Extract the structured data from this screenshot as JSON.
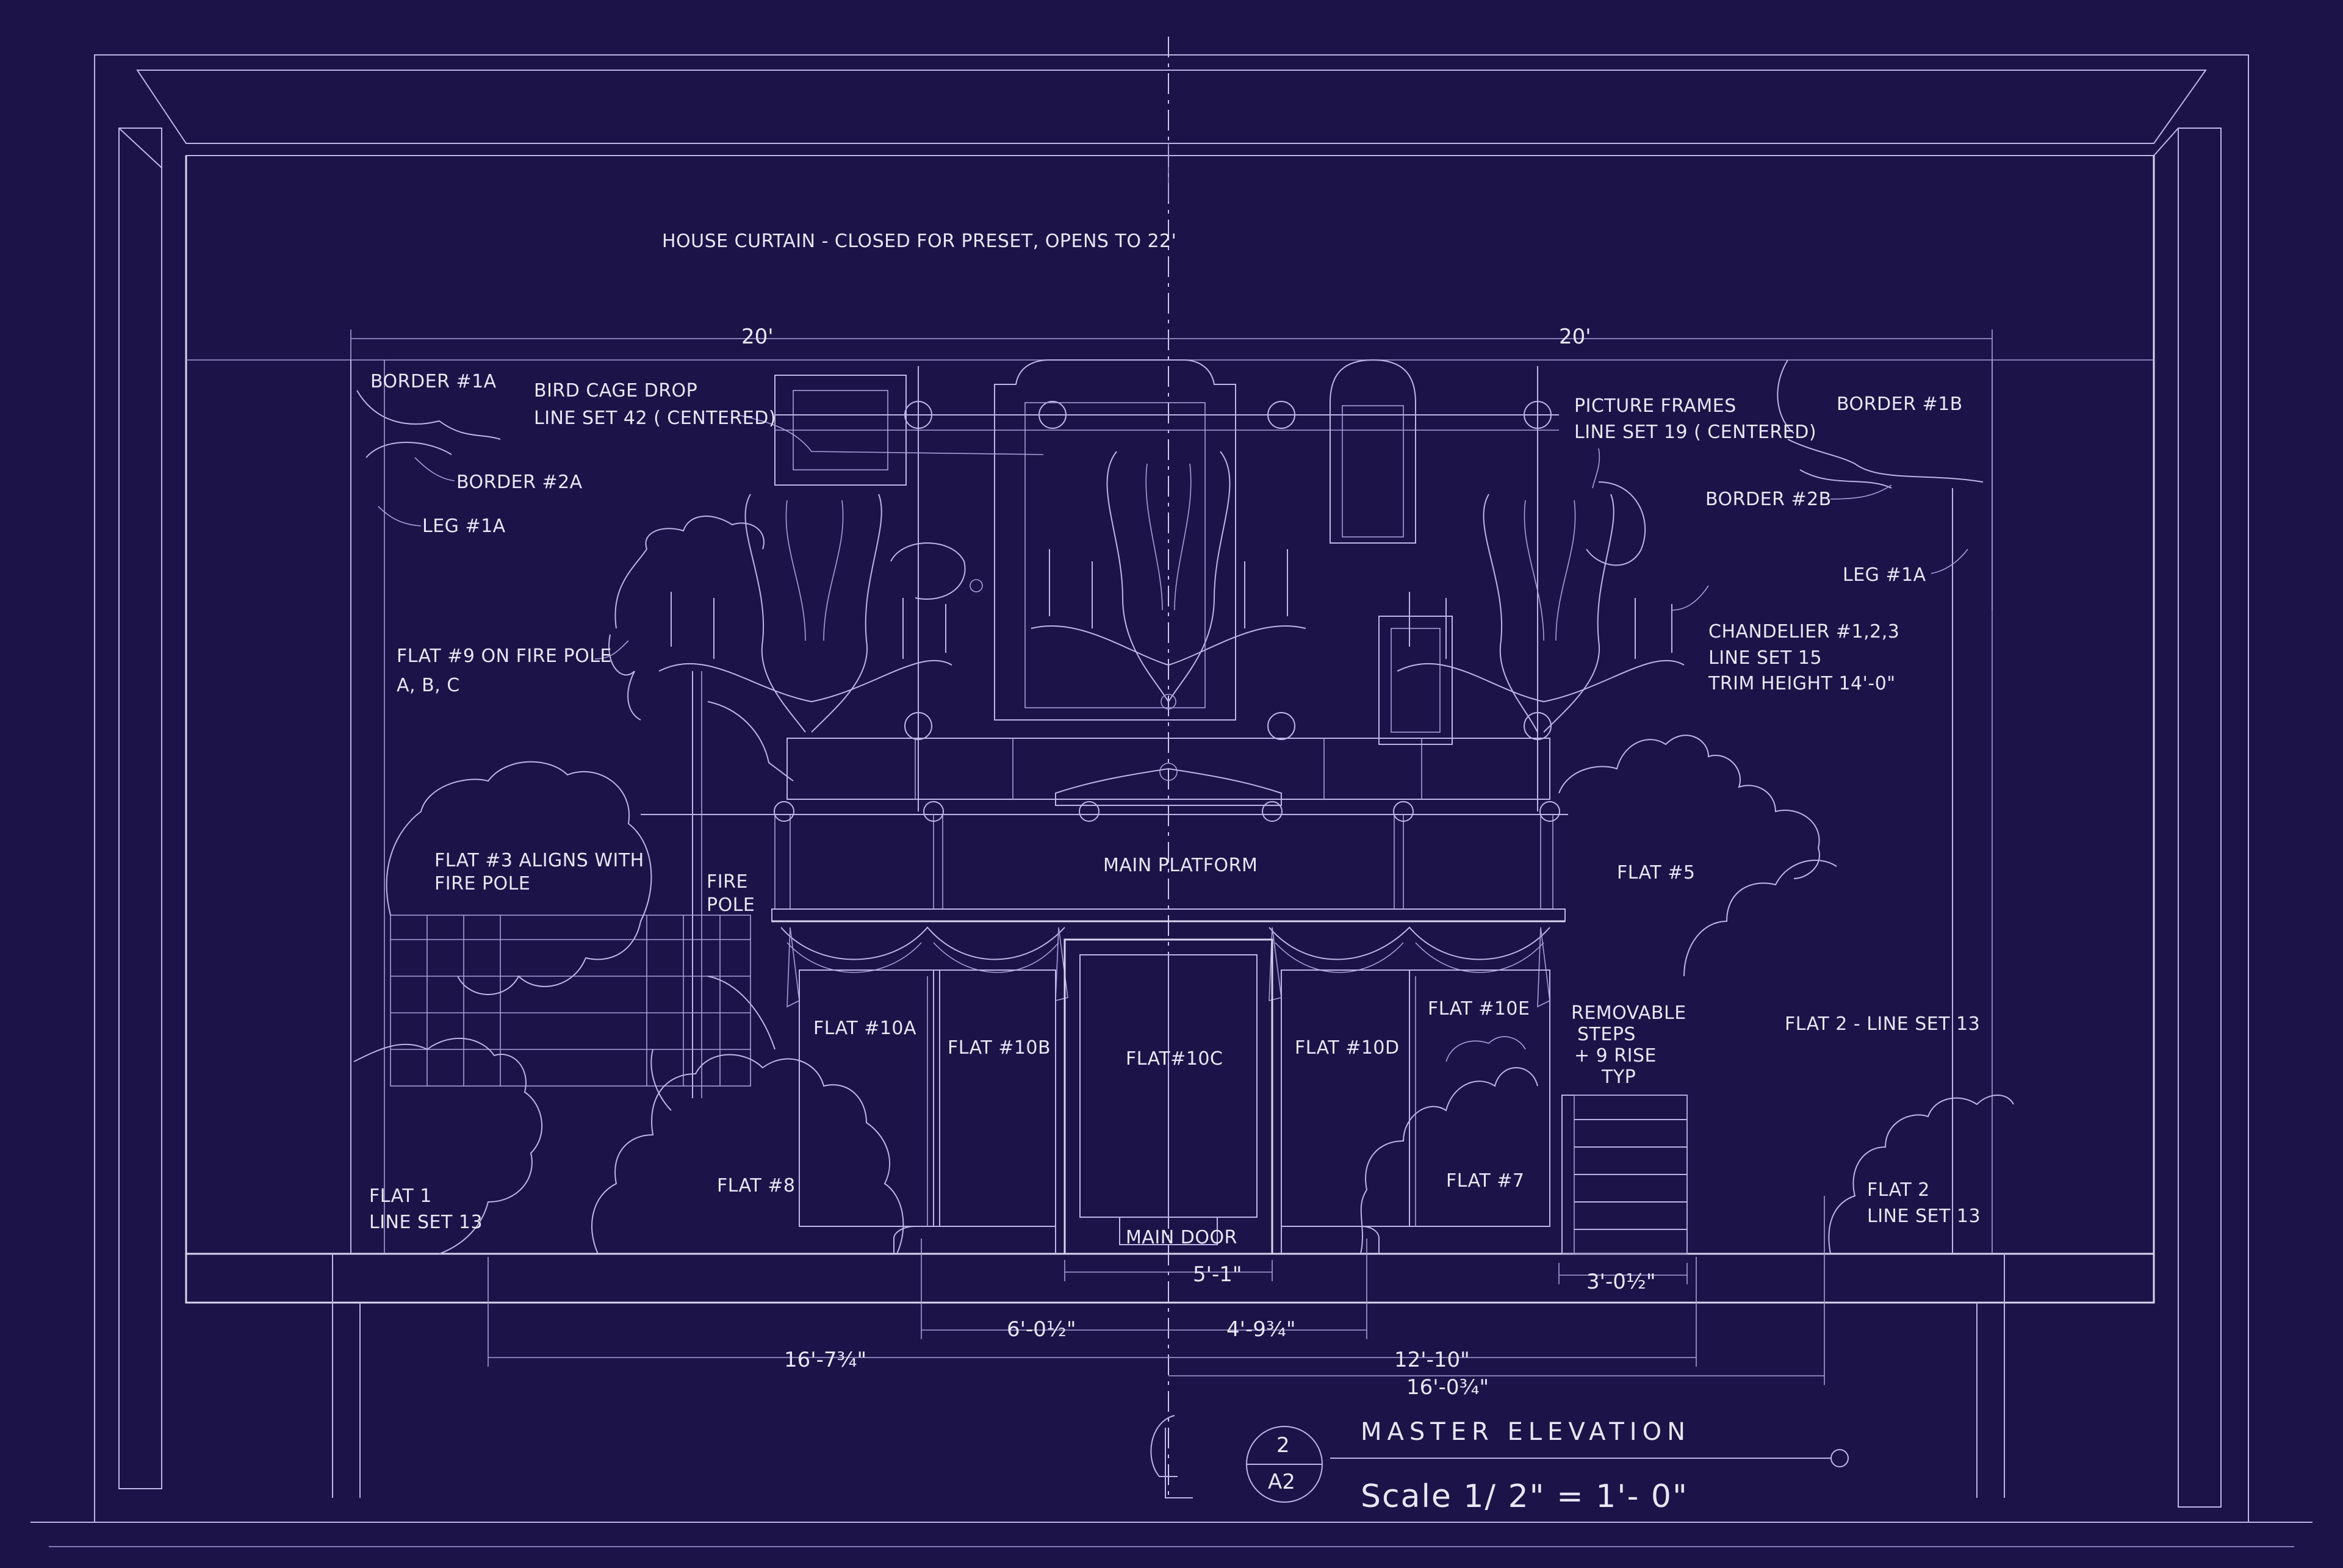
{
  "colors": {
    "background": "#1c1348",
    "line": "#d9d5f0"
  },
  "labels": {
    "house_curtain": "HOUSE CURTAIN - CLOSED FOR PRESET, OPENS TO 22'",
    "width_left": "20'",
    "width_right": "20'",
    "border_1a": "BORDER #1A",
    "bird_cage_1": "BIRD CAGE DROP",
    "bird_cage_2": "LINE SET 42 ( CENTERED)",
    "border_2a": "BORDER #2A",
    "leg_left": "LEG #1A",
    "picture_frames_1": "PICTURE FRAMES",
    "picture_frames_2": "LINE SET 19 ( CENTERED)",
    "border_1b": "BORDER #1B",
    "border_2b": "BORDER #2B",
    "leg_right": "LEG #1A",
    "chandelier_1": "CHANDELIER #1,2,3",
    "chandelier_2": "LINE SET 15",
    "chandelier_3": "TRIM HEIGHT 14'-0\"",
    "flat9_1": "FLAT #9 ON FIRE POLE",
    "flat9_2": "A, B, C",
    "flat3_1": "FLAT #3 ALIGNS WITH",
    "flat3_2": "FIRE POLE",
    "fire_pole_1": "FIRE",
    "fire_pole_2": "POLE",
    "main_platform": "MAIN PLATFORM",
    "flat5": "FLAT #5",
    "flat10a": "FLAT #10A",
    "flat10b": "FLAT #10B",
    "flat10c": "FLAT#10C",
    "flat10d": "FLAT #10D",
    "flat10e": "FLAT #10E",
    "steps_1": "REMOVABLE",
    "steps_2": "STEPS",
    "steps_3": "+ 9 RISE",
    "steps_4": "TYP",
    "flat2_ls": "FLAT 2 - LINE SET 13",
    "flat1_1": "FLAT 1",
    "flat1_2": "LINE SET 13",
    "flat8": "FLAT #8",
    "flat7": "FLAT #7",
    "flat2_1": "FLAT 2",
    "flat2_2": "LINE SET 13",
    "main_door": "MAIN DOOR"
  },
  "dimensions": {
    "door_width": "5'-1\"",
    "steps_width": "3'-0½\"",
    "left_inner": "6'-0½\"",
    "right_inner": "4'-9¾\"",
    "left_outer": "16'-7¾\"",
    "right_mid": "12'-10\"",
    "right_outer": "16'-0¾\""
  },
  "title_block": {
    "centerline": "CL",
    "detail_number": "2",
    "sheet_number": "A2",
    "title": "MASTER ELEVATION",
    "scale": "Scale 1/ 2\"  = 1'- 0\""
  }
}
